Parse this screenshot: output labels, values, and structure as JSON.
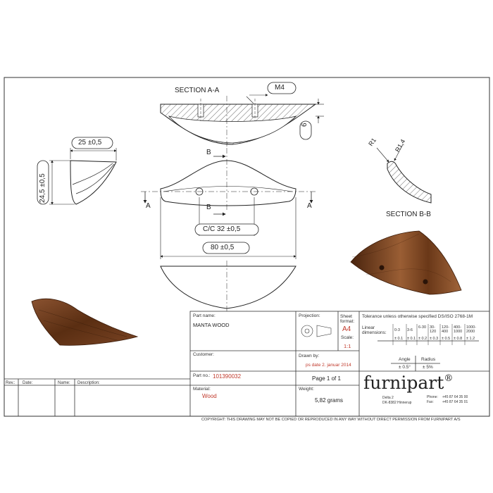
{
  "drawing": {
    "section_aa": "SECTION A-A",
    "section_bb": "SECTION B-B",
    "thread_label": "M4",
    "dim_6": "6",
    "dim_width": "25 ±0,5",
    "dim_height": "24,5 ±0,5",
    "marker_b": "B",
    "marker_a": "A",
    "dim_cc": "C/C 32 ±0,5",
    "dim_length": "80 ±0,5",
    "radius_1": "R1",
    "radius_2": "R1,4"
  },
  "colors": {
    "wood_dark": "#5a2e12",
    "wood_mid": "#7a4424",
    "wood_light": "#a0643a",
    "accent_red": "#c0392b"
  },
  "title_block": {
    "part_name_label": "Part name:",
    "part_name": "MANTA WOOD",
    "projection_label": "Projection:",
    "sheet_format_label": "Sheet format:",
    "sheet_format": "A4",
    "scale_label": "Scale:",
    "scale": "1:1",
    "tolerance_title": "Tolerance unless otherwise specified DS/ISO 2768-1M",
    "linear_label": "Linear dimensions:",
    "ranges": [
      "0-3",
      "3-6",
      "6-30",
      "30-120",
      "120-400",
      "400-1000",
      "1000-2000"
    ],
    "tolerances": [
      "± 0.1",
      "± 0.1",
      "± 0.2",
      "± 0.3",
      "± 0.5",
      "± 0.8",
      "± 1.2"
    ],
    "angle_label": "Angle",
    "radius_label": "Radius",
    "angle_value": "± 0.5°",
    "radius_value": "± 5%",
    "customer_label": "Customer:",
    "drawn_by_label": "Drawn by:",
    "drawn_by": "ps date 2. januar 2014",
    "part_no_label": "Part no.:",
    "part_no": "101390032",
    "page": "Page 1 of 1",
    "material_label": "Material:",
    "material": "Wood",
    "weight_label": "Weight:",
    "weight": "5,82 grams",
    "brand": "furnipart",
    "brand_mark": "®",
    "address_1": "Delta 2",
    "address_2": "DK-8382 Hinnerup",
    "phone_label": "Phone:",
    "phone": "+45 87 64 35 00",
    "fax_label": "Fax:",
    "fax": "+45 87 64 35 01",
    "copyright": "COPYRIGHT: THIS DRAWING MAY NOT BE COPIED OR REPRODUCED IN ANY WAY WITHOUT DIRECT PERMISSION FROM FURNIPART A/S"
  },
  "revision_table": {
    "rev_label": "Rev.:",
    "date_label": "Date:",
    "name_label": "Name:",
    "description_label": "Description:"
  }
}
